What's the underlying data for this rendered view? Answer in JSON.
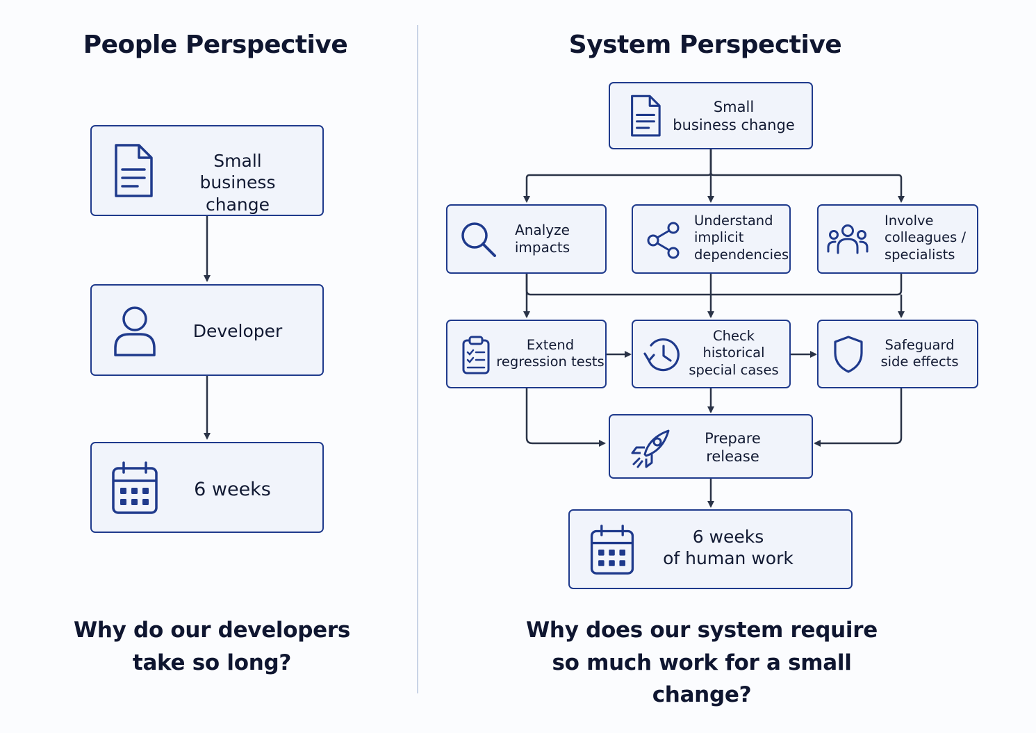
{
  "left": {
    "title": "People Perspective",
    "boxes": {
      "change": "Small\nbusiness change",
      "developer": "Developer",
      "duration": "6 weeks"
    },
    "question": "Why do our developers\ntake so long?"
  },
  "right": {
    "title": "System Perspective",
    "boxes": {
      "change": "Small\nbusiness change",
      "analyze": "Analyze\nimpacts",
      "understand": "Understand\nimplicit\ndependencies",
      "involve": "Involve\ncolleagues /\nspecialists",
      "extend": "Extend\nregression tests",
      "check": "Check\nhistorical\nspecial cases",
      "safeguard": "Safeguard\nside effects",
      "prepare": "Prepare\nrelease",
      "duration": "6 weeks\nof human work"
    },
    "question": "Why does our system require\nso much work for a small change?"
  },
  "icons": {
    "document": "document-icon",
    "person": "person-icon",
    "calendar": "calendar-icon",
    "search": "magnifier-icon",
    "share": "share-nodes-icon",
    "group": "group-icon",
    "clipboard": "checklist-clipboard-icon",
    "history": "history-clock-icon",
    "shield": "shield-icon",
    "rocket": "rocket-icon"
  },
  "colors": {
    "accent": "#1f3a8c",
    "box_fill": "#f1f4fb",
    "connector": "#2a3347",
    "text": "#121a33"
  }
}
